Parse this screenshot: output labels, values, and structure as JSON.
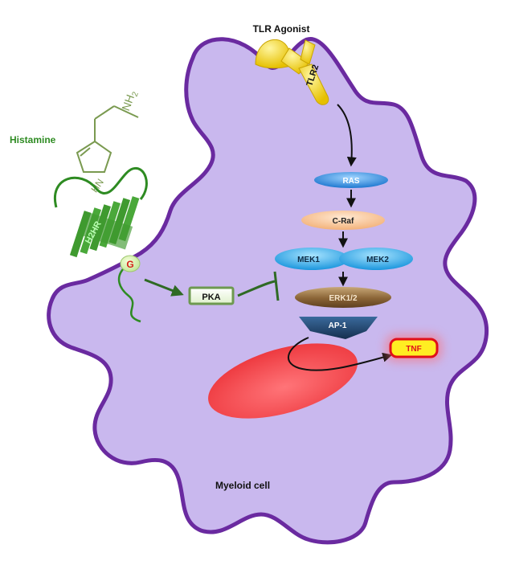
{
  "labels": {
    "tlr_agonist": "TLR Agonist",
    "tlr2": "TLR2",
    "histamine": "Histamine",
    "nh2": "NH",
    "nh2_sub": "2",
    "hn": "HN",
    "h2hr": "H2HR",
    "g_protein": "G",
    "pka": "PKA",
    "ras": "RAS",
    "craf": "C-Raf",
    "mek1": "MEK1",
    "mek2": "MEK2",
    "erk": "ERK1/2",
    "ap1": "AP-1",
    "tnf": "TNF",
    "cell": "Myeloid cell"
  },
  "colors": {
    "cell_fill": "#c9b8ee",
    "cell_stroke": "#6a2aa0",
    "receptor_green": "#3f9a2f",
    "histamine_green": "#2e8b22",
    "agonist_yellow": "#f2d31c",
    "ras_blue": "#2f8fe0",
    "raf_peach": "#f7c79b",
    "mek_blue": "#29a8e8",
    "erk_brown": "#8c6a3c",
    "ap1_navy": "#1f3f66",
    "nucleus_red": "#f0484c",
    "tnf_yellow": "#ffee22",
    "tnf_red": "#e0101a",
    "g_text": "#d4201a"
  }
}
